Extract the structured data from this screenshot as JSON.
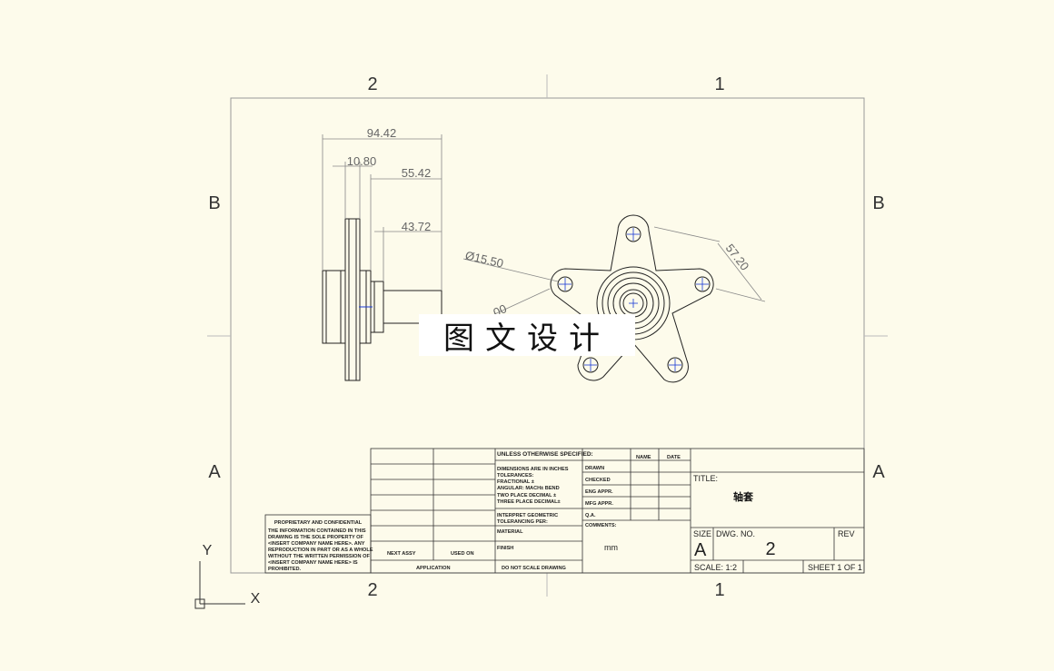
{
  "zones": {
    "top": [
      "2",
      "1"
    ],
    "bottom": [
      "2",
      "1"
    ],
    "left": [
      "B",
      "A"
    ],
    "right": [
      "B",
      "A"
    ]
  },
  "dimensions": {
    "overall_length": "94.42",
    "flange_width": "10.80",
    "shaft_length_1": "55.42",
    "shaft_length_2": "43.72",
    "hole_diameter": "Ø15.50",
    "radius_partial": "00",
    "star_span": "57.20"
  },
  "watermark": "图文设计",
  "axes": {
    "x": "X",
    "y": "Y"
  },
  "title_block": {
    "unless": "UNLESS OTHERWISE SPECIFIED:",
    "name_col": "NAME",
    "date_col": "DATE",
    "drawn": "DRAWN",
    "checked": "CHECKED",
    "eng_appr": "ENG APPR.",
    "mfg_appr": "MFG APPR.",
    "qa": "Q.A.",
    "comments": "COMMENTS:",
    "tolerance_lines": [
      "DIMENSIONS ARE IN INCHES",
      "TOLERANCES:",
      "FRACTIONAL ±",
      "ANGULAR: MACH±    BEND",
      "TWO PLACE DECIMAL   ±",
      "THREE PLACE DECIMAL±"
    ],
    "interpret_lines": [
      "INTERPRET GEOMETRIC",
      "TOLERANCING PER:"
    ],
    "material": "MATERIAL",
    "finish": "FINISH",
    "do_not_scale": "DO NOT SCALE DRAWING",
    "next_assy": "NEXT ASSY",
    "used_on": "USED ON",
    "application": "APPLICATION",
    "units": "mm",
    "title_label": "TITLE:",
    "title_value": "轴套",
    "size_label": "SIZE",
    "size_value": "A",
    "dwg_no_label": "DWG.   NO.",
    "dwg_no_value": "2",
    "rev_label": "REV",
    "scale": "SCALE:  1:2",
    "sheet": "SHEET  1  OF  1",
    "proprietary_title": "PROPRIETARY AND CONFIDENTIAL",
    "proprietary_lines": [
      "THE INFORMATION CONTAINED IN THIS",
      "DRAWING IS THE SOLE PROPERTY OF",
      "<INSERT COMPANY NAME HERE>.  ANY",
      "REPRODUCTION IN PART OR AS A WHOLE",
      "WITHOUT THE WRITTEN PERMISSION OF",
      "<INSERT COMPANY NAME HERE> IS",
      "PROHIBITED."
    ]
  },
  "colors": {
    "background": "#fdfbeb",
    "line": "#222222",
    "dimension": "#777777",
    "center": "#1a3bd6"
  }
}
